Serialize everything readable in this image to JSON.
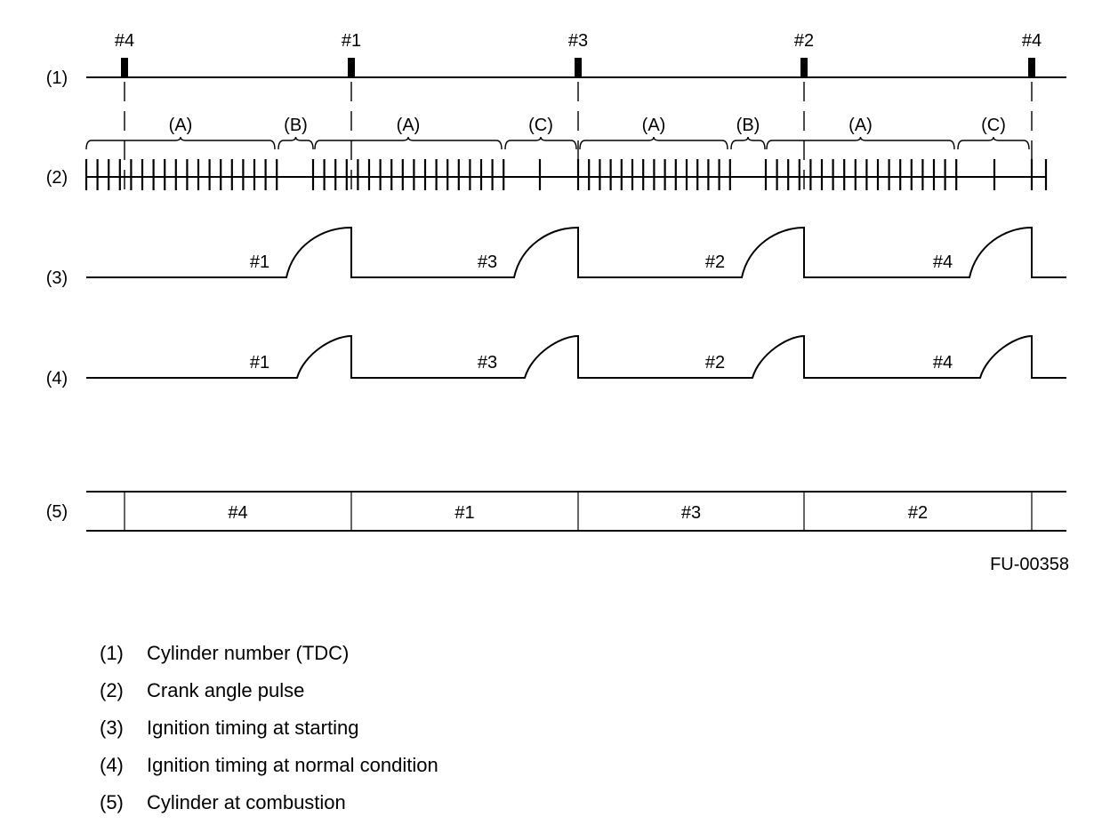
{
  "row_labels": [
    "(1)",
    "(2)",
    "(3)",
    "(4)",
    "(5)"
  ],
  "tdc_labels": [
    "#4",
    "#1",
    "#3",
    "#2",
    "#4"
  ],
  "segment_labels": [
    "(A)",
    "(B)",
    "(A)",
    "(C)",
    "(A)",
    "(B)",
    "(A)",
    "(C)"
  ],
  "ignition_start_labels": [
    "#1",
    "#3",
    "#2",
    "#4"
  ],
  "ignition_normal_labels": [
    "#1",
    "#3",
    "#2",
    "#4"
  ],
  "combustion_labels": [
    "#4",
    "#1",
    "#3",
    "#2"
  ],
  "figure_code": "FU-00358",
  "legend": [
    {
      "num": "(1)",
      "text": "Cylinder number (TDC)"
    },
    {
      "num": "(2)",
      "text": "Crank angle pulse"
    },
    {
      "num": "(3)",
      "text": "Ignition timing at starting"
    },
    {
      "num": "(4)",
      "text": "Ignition timing at normal condition"
    },
    {
      "num": "(5)",
      "text": "Cylinder at combustion"
    }
  ]
}
